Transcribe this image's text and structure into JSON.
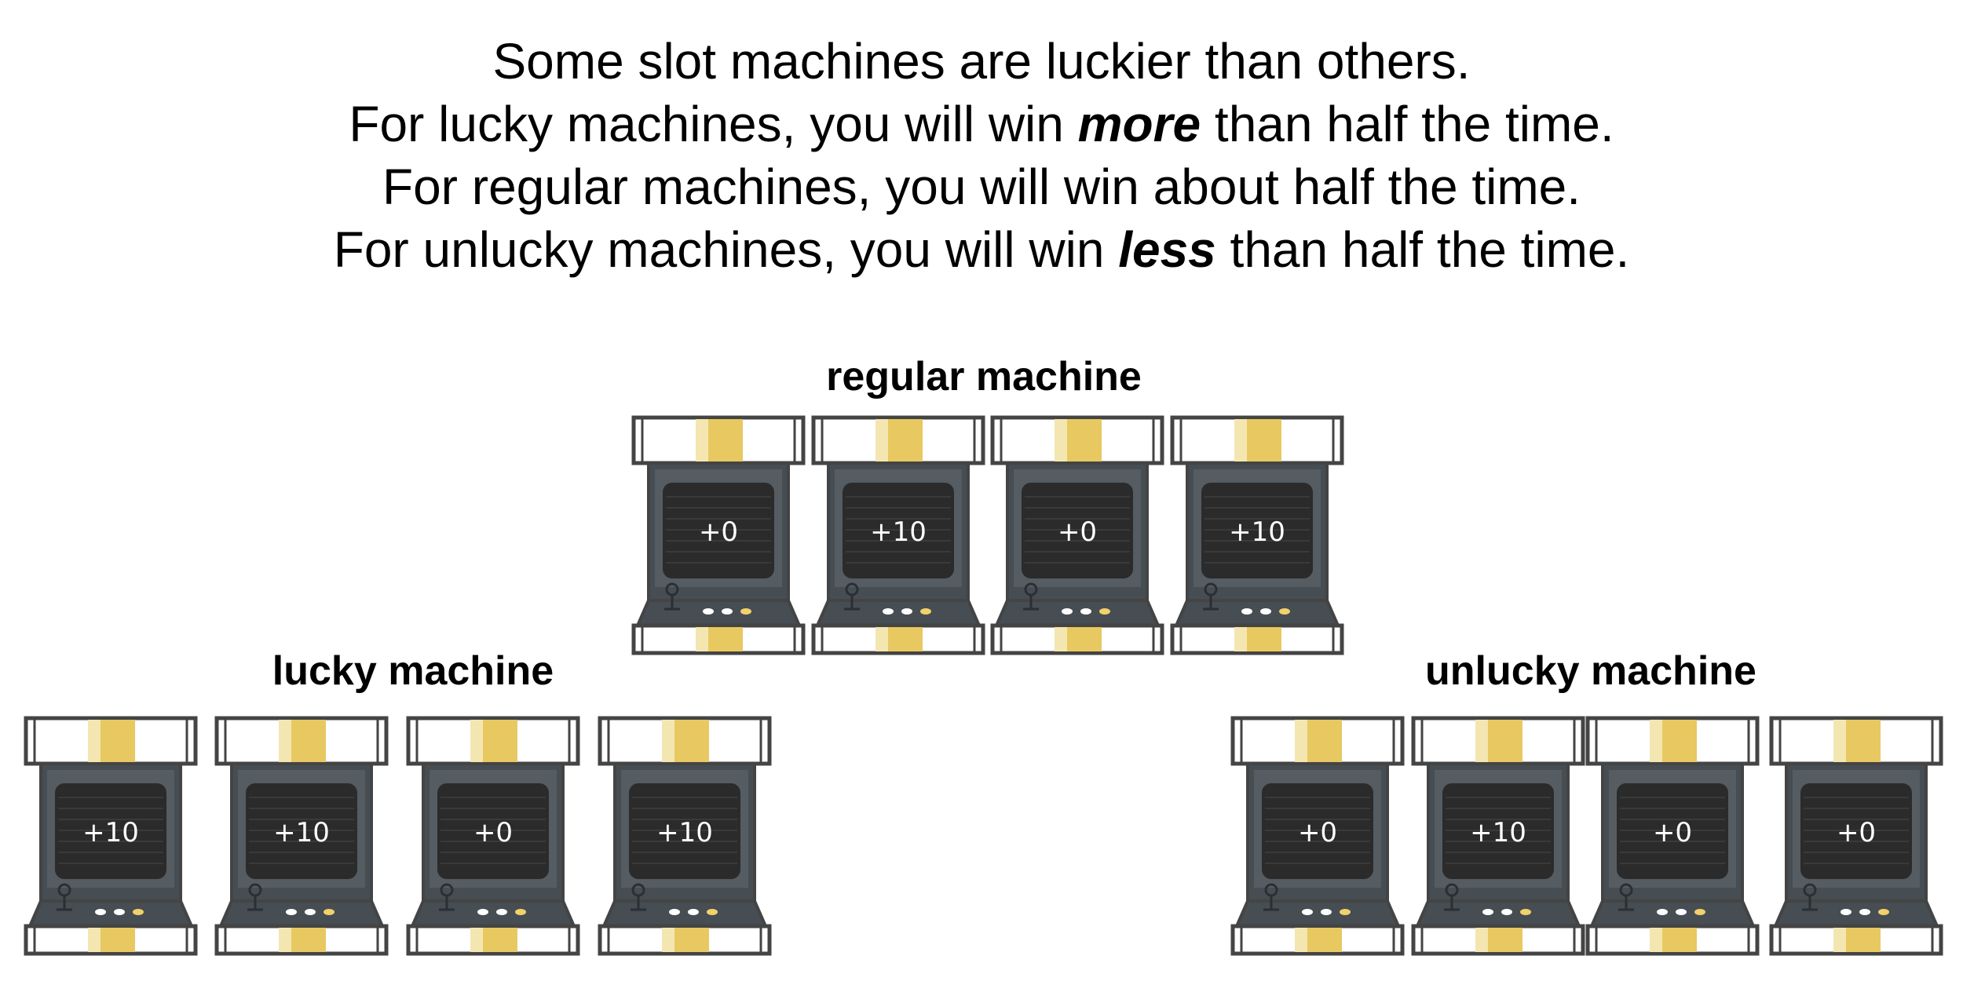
{
  "intro": {
    "line1": "Some slot machines are luckier than others.",
    "line2_before": "For lucky machines, you will win ",
    "line2_emph": "more",
    "line2_after": " than half the time.",
    "line3": "For regular machines, you will win about half the time.",
    "line4_before": "For unlucky machines, you will win ",
    "line4_emph": "less",
    "line4_after": " than half the time."
  },
  "groups": {
    "regular": {
      "label": "regular machine",
      "outcomes": [
        "+0",
        "+10",
        "+0",
        "+10"
      ]
    },
    "lucky": {
      "label": "lucky machine",
      "outcomes": [
        "+10",
        "+10",
        "+0",
        "+10"
      ]
    },
    "unlucky": {
      "label": "unlucky machine",
      "outcomes": [
        "+0",
        "+10",
        "+0",
        "+0"
      ]
    }
  },
  "colors": {
    "cabinet_dark": "#464d53",
    "screen": "#2b2b2b",
    "outline": "#444444",
    "stripe_light": "#f3e6b0",
    "stripe_gold": "#e8c860",
    "button_white": "#ffffff",
    "button_gold": "#f2d16b"
  }
}
